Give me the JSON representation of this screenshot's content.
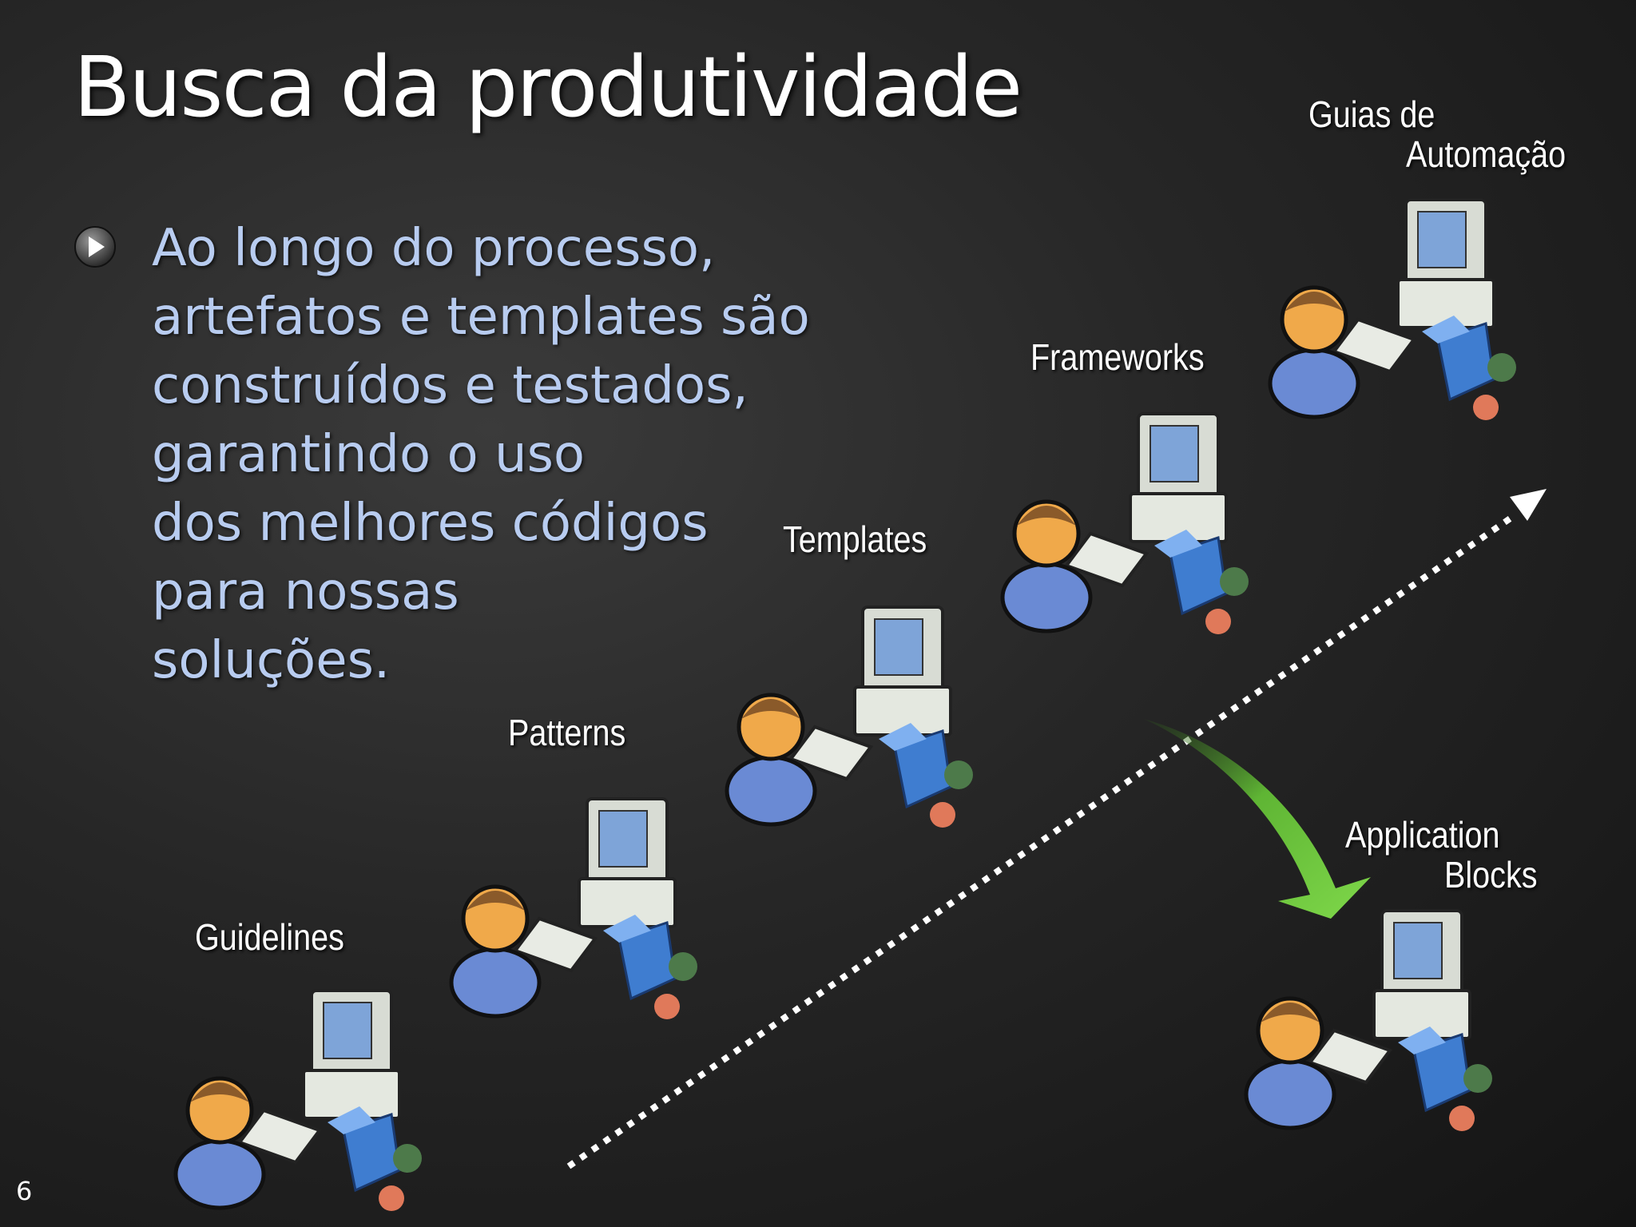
{
  "slide": {
    "title": "Busca da produtividade",
    "bullet_lines": [
      "Ao longo do processo,",
      "artefatos e templates são",
      "construídos e testados,",
      "garantindo o uso",
      "dos melhores códigos",
      "para nossas",
      "soluções."
    ],
    "labels": {
      "guidelines": "Guidelines",
      "patterns": "Patterns",
      "templates": "Templates",
      "frameworks": "Frameworks",
      "guias_line1": "Guias de",
      "guias_line2": "Automação",
      "app_blocks_line1": "Application",
      "app_blocks_line2": "Blocks"
    },
    "page_number": "6"
  },
  "colors": {
    "title": "#ffffff",
    "bullet_text": "#b8ccf0",
    "green_arrow": "#6ac43a",
    "dotted_arrow": "#ffffff"
  },
  "icons": [
    "bullet-arrow-icon",
    "person-icon",
    "computer-icon",
    "keyboard-icon",
    "box-icon",
    "puzzle-icon"
  ]
}
